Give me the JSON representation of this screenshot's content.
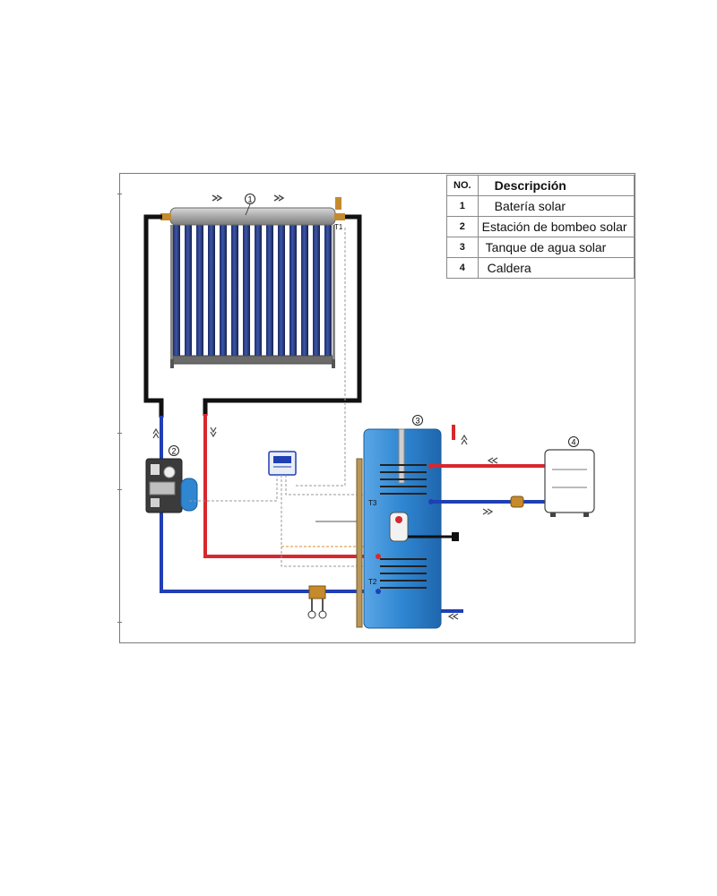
{
  "legend": {
    "header": {
      "no": "NO.",
      "desc": "Descripción"
    },
    "rows": [
      {
        "no": "1",
        "desc": "Batería solar"
      },
      {
        "no": "2",
        "desc": "Estación de bombeo solar"
      },
      {
        "no": "3",
        "desc": "Tanque de agua solar"
      },
      {
        "no": "4",
        "desc": "Caldera"
      }
    ]
  },
  "component_markers": {
    "collector": "1",
    "pump_station": "2",
    "tank": "3",
    "boiler": "4"
  },
  "sensor_labels": {
    "t1": "T1",
    "t2": "T2",
    "t3": "T3"
  },
  "colors": {
    "hot_pipe": "#d7282f",
    "cold_pipe": "#1f3fb5",
    "circuit_pipe": "#111111",
    "tank_body": "#2f86d1",
    "control_wire": "#9a9a9a"
  }
}
